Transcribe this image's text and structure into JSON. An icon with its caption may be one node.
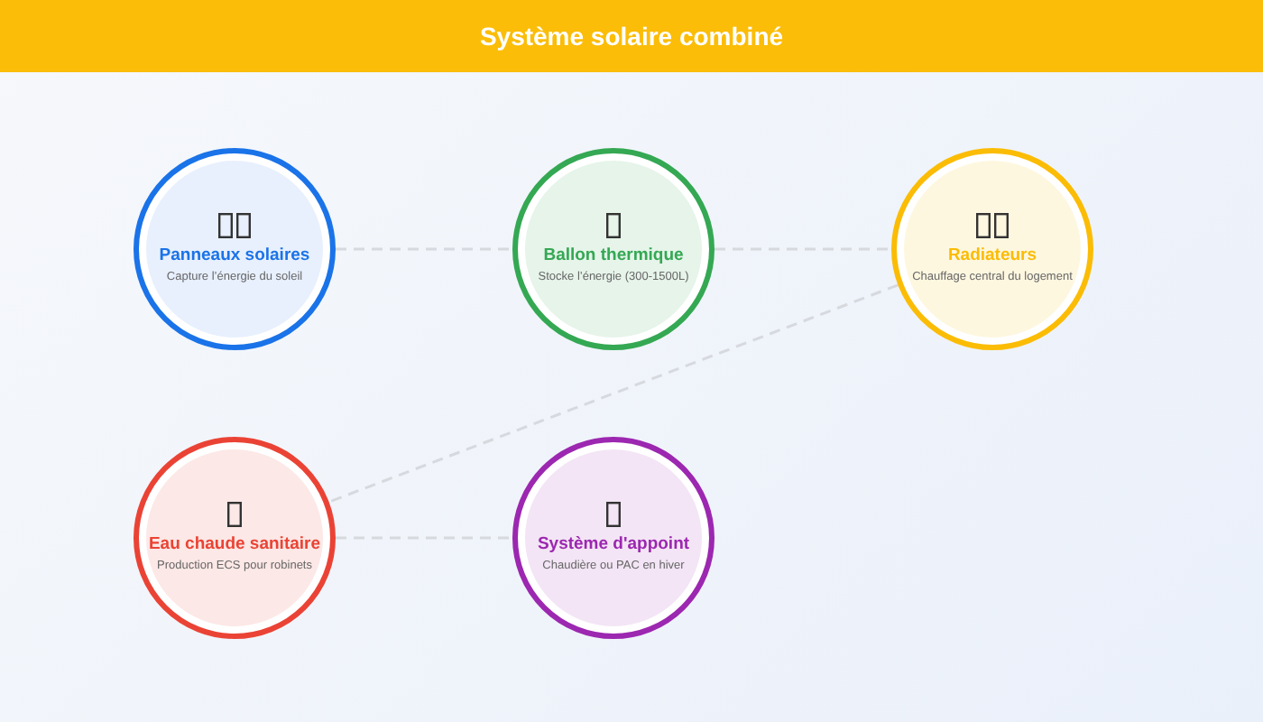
{
  "diagram": {
    "title": "Système solaire combiné",
    "nodes": [
      {
        "text": [
          "Panneaux solaires",
          "Capture l’énergie du soleil"
        ]
      },
      {
        "text": [
          "Ballon thermique",
          "Stocke l’énergie (300-1500L)"
        ]
      },
      {
        "text": [
          "Radiateurs",
          "Chauffage central du logement"
        ]
      },
      {
        "text": [
          "Eau chaude sanitaire",
          "Production ECS pour robinets"
        ]
      },
      {
        "text": [
          "Système d'appoint",
          "Chaudière ou PAC en hiver"
        ]
      }
    ],
    "edges": [
      {
        "from": 0,
        "to": 1,
        "arrow": "none"
      },
      {
        "from": 1,
        "to": 2,
        "arrow": "none"
      },
      {
        "from": 2,
        "to": 3,
        "arrow": "none"
      },
      {
        "from": 3,
        "to": 4,
        "arrow": "none"
      }
    ]
  }
}
